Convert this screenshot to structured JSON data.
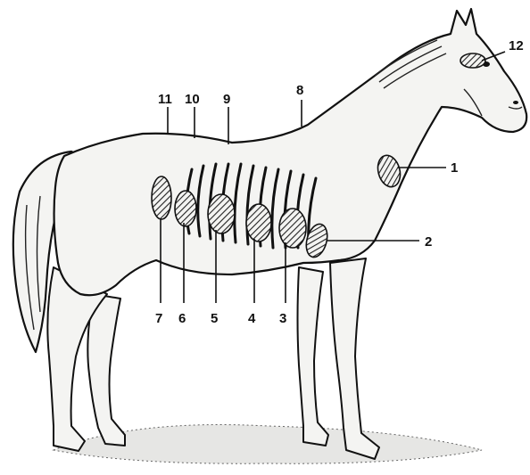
{
  "figure": {
    "labels": [
      {
        "id": "1",
        "text": "1"
      },
      {
        "id": "2",
        "text": "2"
      },
      {
        "id": "3",
        "text": "3"
      },
      {
        "id": "4",
        "text": "4"
      },
      {
        "id": "5",
        "text": "5"
      },
      {
        "id": "6",
        "text": "6"
      },
      {
        "id": "7",
        "text": "7"
      },
      {
        "id": "8",
        "text": "8"
      },
      {
        "id": "9",
        "text": "9"
      },
      {
        "id": "10",
        "text": "10"
      },
      {
        "id": "11",
        "text": "11"
      },
      {
        "id": "12",
        "text": "12"
      }
    ]
  },
  "colors": {
    "ink": "#111111",
    "body_fill": "#f4f4f2",
    "background": "#ffffff"
  }
}
